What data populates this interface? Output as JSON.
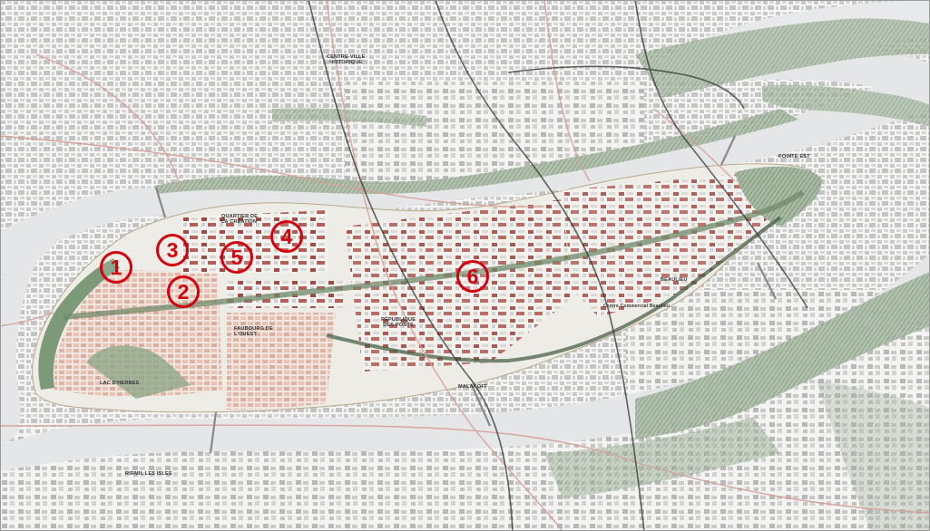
{
  "labels": {
    "centre": "CENTRE-VILLE",
    "centre2": "HISTORIQUE",
    "quartier": "QUARTIER DE",
    "quartier2": "LA CREATION",
    "lac": "LAC D'HERBES",
    "faubourg": "FAUBOURG DE",
    "faubourg2": "L'OUEST",
    "republique": "RÉPUBLIQUE",
    "republique2": "DES PONTS",
    "malakoff": "MALAKOFF",
    "beaulieu": "BEAULIEU",
    "pointe": "POINTE EST",
    "centre_commercial": "Centre Commercial Beaulieu",
    "rirmil": "RIRMIL LES ISLES",
    "rezé": "RÉPUBLIQUE"
  },
  "markers": [
    {
      "id": "1",
      "label": "1"
    },
    {
      "id": "2",
      "label": "2"
    },
    {
      "id": "3",
      "label": "3"
    },
    {
      "id": "4",
      "label": "4"
    },
    {
      "id": "5",
      "label": "5"
    },
    {
      "id": "6",
      "label": "6"
    }
  ],
  "colors": {
    "marker": "#d4000f",
    "water": "#e4e6e8",
    "island": "#eeece6",
    "vegetation": "#7d9a78",
    "building_red": "#a04a44",
    "building_pink": "#e4b9aa",
    "building_grey": "#bdbdbd"
  }
}
